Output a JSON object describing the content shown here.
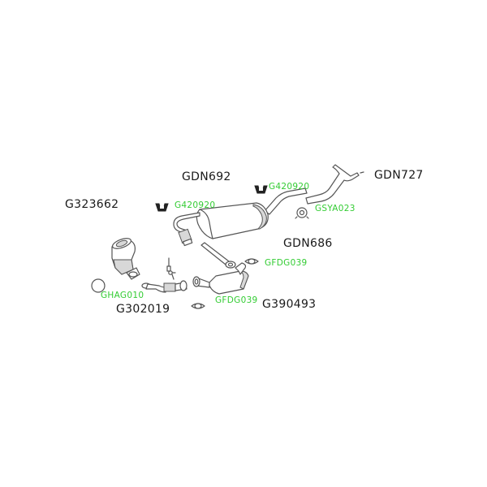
{
  "diagram": {
    "type": "exhaust-system-parts-diagram",
    "accent_color": "#33cc33",
    "text_color": "#1a1a1a",
    "line_color": "#555555"
  },
  "parts": {
    "gdn692": {
      "code": "GDN692",
      "description": "rear silencer / muffler"
    },
    "gdn727": {
      "code": "GDN727",
      "description": "tail pipe"
    },
    "g323662": {
      "code": "G323662",
      "description": "catalytic converter"
    },
    "gdn686": {
      "code": "GDN686",
      "description": "intermediate pipe"
    },
    "g302019": {
      "code": "G302019",
      "description": "front pipe"
    },
    "g390493": {
      "code": "G390493",
      "description": "front silencer / DPF"
    }
  },
  "accessories": {
    "g420920_left": {
      "code": "G420920",
      "icon": "rubber-hanger-icon"
    },
    "g420920_right": {
      "code": "G420920",
      "icon": "rubber-hanger-icon"
    },
    "gsya023": {
      "code": "GSYA023",
      "icon": "clamp-icon"
    },
    "gfdg039_upper": {
      "code": "GFDG039",
      "icon": "flange-gasket-icon"
    },
    "gfdg039_lower": {
      "code": "GFDG039",
      "icon": "flange-gasket-icon"
    },
    "ghag010": {
      "code": "GHAG010",
      "icon": "ring-gasket-icon"
    }
  }
}
